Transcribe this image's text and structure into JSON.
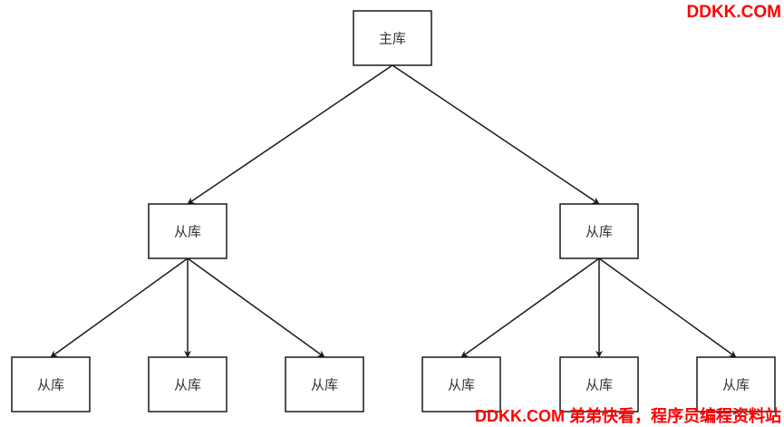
{
  "diagram": {
    "nodes": [
      {
        "id": "n0",
        "label": "主库"
      },
      {
        "id": "n1",
        "label": "从库"
      },
      {
        "id": "n2",
        "label": "从库"
      },
      {
        "id": "n3",
        "label": "从库"
      },
      {
        "id": "n4",
        "label": "从库"
      },
      {
        "id": "n5",
        "label": "从库"
      },
      {
        "id": "n6",
        "label": "从库"
      },
      {
        "id": "n7",
        "label": "从库"
      },
      {
        "id": "n8",
        "label": "从库"
      }
    ],
    "edges": [
      {
        "from": "n0",
        "to": "n1"
      },
      {
        "from": "n0",
        "to": "n2"
      },
      {
        "from": "n1",
        "to": "n3"
      },
      {
        "from": "n1",
        "to": "n4"
      },
      {
        "from": "n1",
        "to": "n5"
      },
      {
        "from": "n2",
        "to": "n6"
      },
      {
        "from": "n2",
        "to": "n7"
      },
      {
        "from": "n2",
        "to": "n8"
      }
    ],
    "colors": {
      "stroke": "#1a1a1a",
      "label": "#333333",
      "watermark": "#ff0000"
    }
  },
  "watermark": {
    "top": "DDKK.COM",
    "bottom": "DDKK.COM 弟弟快看，程序员编程资料站"
  }
}
